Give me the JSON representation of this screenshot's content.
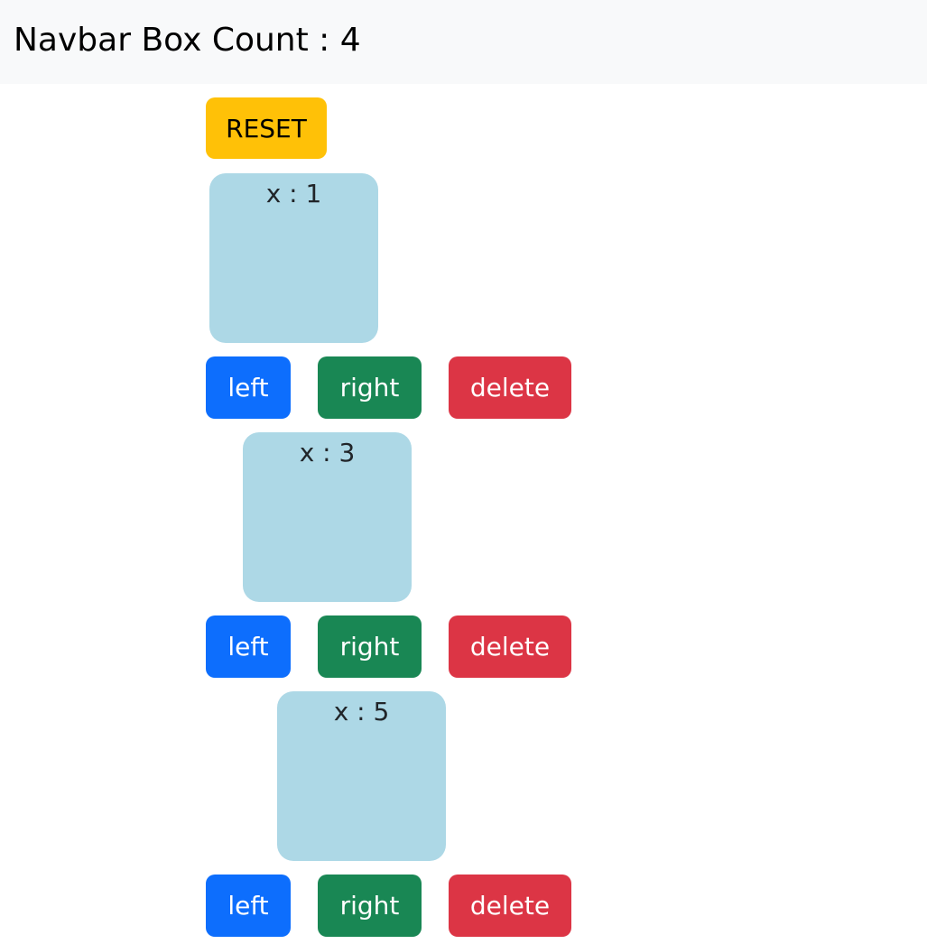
{
  "navbar": {
    "title": "Navbar Box Count : 4"
  },
  "controls": {
    "reset_label": "RESET"
  },
  "boxes": [
    {
      "label": "x : 1",
      "left_label": "left",
      "right_label": "right",
      "delete_label": "delete"
    },
    {
      "label": "x : 3",
      "left_label": "left",
      "right_label": "right",
      "delete_label": "delete"
    },
    {
      "label": "x : 5",
      "left_label": "left",
      "right_label": "right",
      "delete_label": "delete"
    }
  ],
  "colors": {
    "navbar_bg": "#f8f9fa",
    "reset": "#ffc107",
    "box": "#add8e6",
    "left": "#0d6efd",
    "right": "#198754",
    "delete": "#dc3545"
  }
}
